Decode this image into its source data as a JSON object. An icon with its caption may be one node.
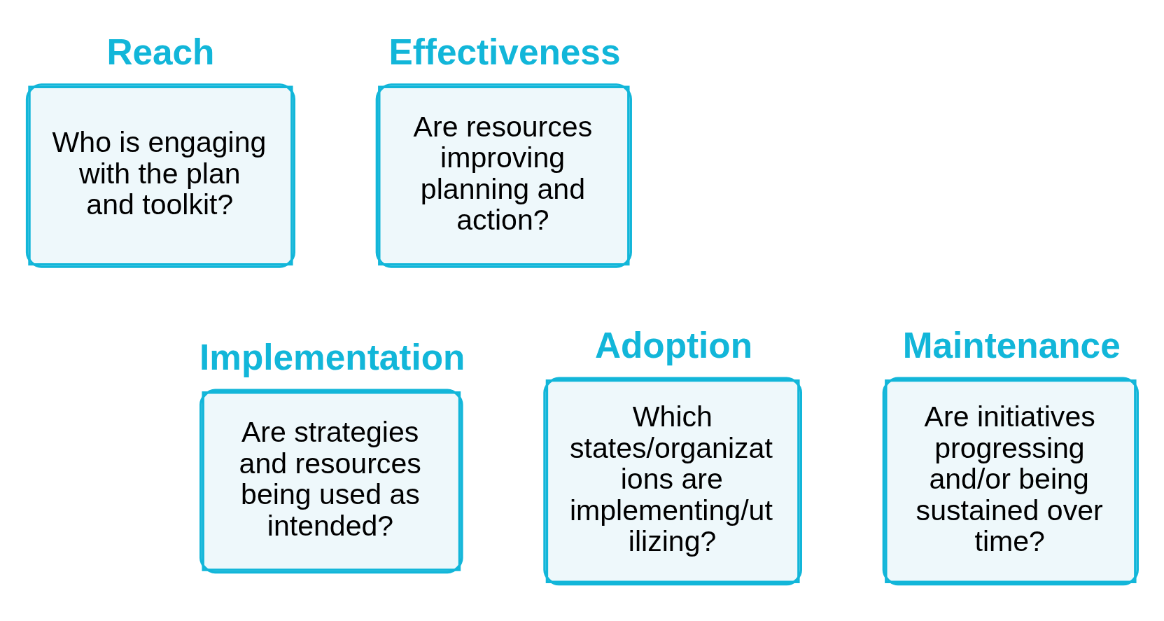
{
  "diagram": {
    "nodes": [
      {
        "text": [
          "Reach",
          "Who is engaging with the plan and toolkit?"
        ]
      },
      {
        "text": [
          "Effectiveness",
          "Are resources improving planning and action?"
        ]
      },
      {
        "text": [
          "Adoption",
          "Which states/organizat ions are implementing/ut ilizing?"
        ]
      },
      {
        "text": [
          "Implementation",
          "Are strategies and resources being used as intended?"
        ]
      },
      {
        "text": [
          "Maintenance",
          "Are initiatives progressing and/or being sustained over time?"
        ]
      }
    ],
    "edges": []
  }
}
